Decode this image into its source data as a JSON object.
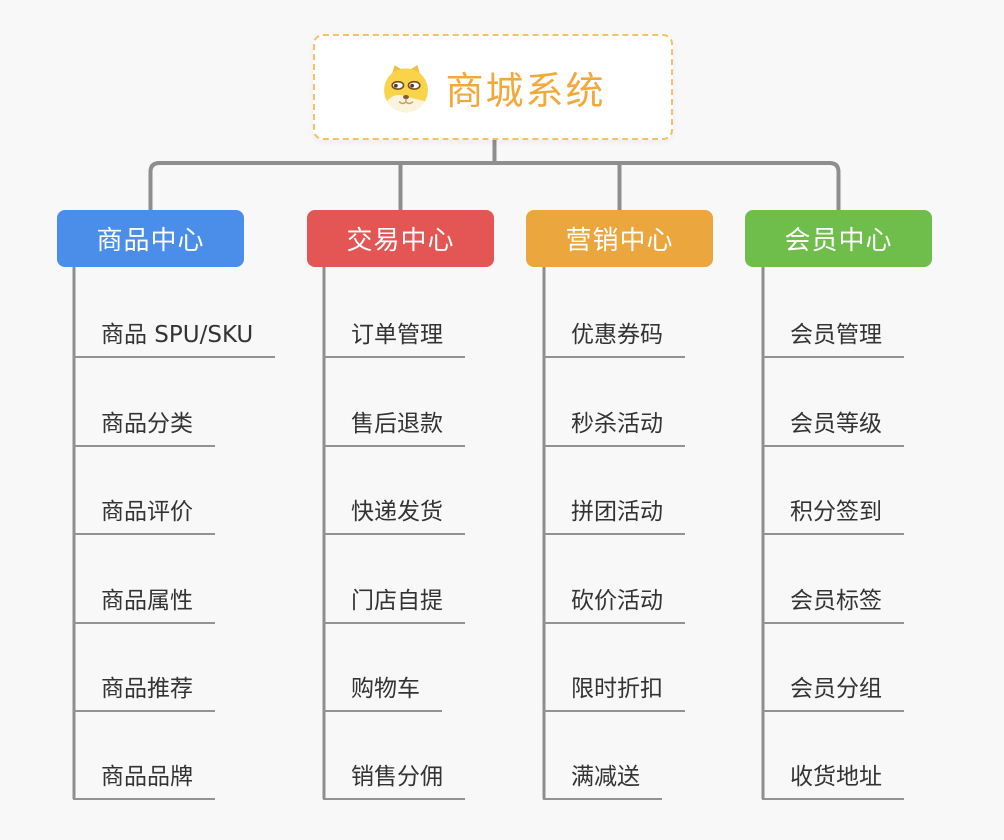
{
  "root": {
    "title": "商城系统",
    "icon": "doge-icon"
  },
  "branches": [
    {
      "label": "商品中心",
      "color": "#4A8EE9",
      "items": [
        "商品 SPU/SKU",
        "商品分类",
        "商品评价",
        "商品属性",
        "商品推荐",
        "商品品牌"
      ]
    },
    {
      "label": "交易中心",
      "color": "#E35654",
      "items": [
        "订单管理",
        "售后退款",
        "快递发货",
        "门店自提",
        "购物车",
        "销售分佣"
      ]
    },
    {
      "label": "营销中心",
      "color": "#EBA63E",
      "items": [
        "优惠券码",
        "秒杀活动",
        "拼团活动",
        "砍价活动",
        "限时折扣",
        "满减送"
      ]
    },
    {
      "label": "会员中心",
      "color": "#6FBE4B",
      "items": [
        "会员管理",
        "会员等级",
        "积分签到",
        "会员标签",
        "会员分组",
        "收货地址"
      ]
    }
  ],
  "colors": {
    "background": "#F8F8F8",
    "connector": "#8E8E8E",
    "leaf_underline": "#929292",
    "leaf_text": "#333333",
    "root_accent": "#F2A93B",
    "root_border": "#F6C06B"
  }
}
